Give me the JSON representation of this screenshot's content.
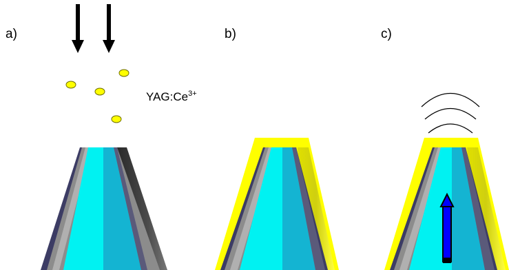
{
  "panels": {
    "a": {
      "label": "a)"
    },
    "b": {
      "label": "b)"
    },
    "c": {
      "label": "c)"
    }
  },
  "phosphor": {
    "label_base": "YAG:Ce",
    "label_superscript": "3+"
  },
  "colors": {
    "core_light": "#00f2f2",
    "core_dark": "#14b4d2",
    "cladding_light": "#9a9a9a",
    "cladding_dark": "#6a6a6a",
    "jacket_edge": "#3c3c64",
    "coating_yellow": "#ffff00",
    "coating_shade": "#d2d200",
    "particle_fill": "#ffff00",
    "particle_stroke": "#6e6e00",
    "arrow_down": "#000000",
    "arrow_up": "#0000ff",
    "emission_waves": "#000000"
  }
}
